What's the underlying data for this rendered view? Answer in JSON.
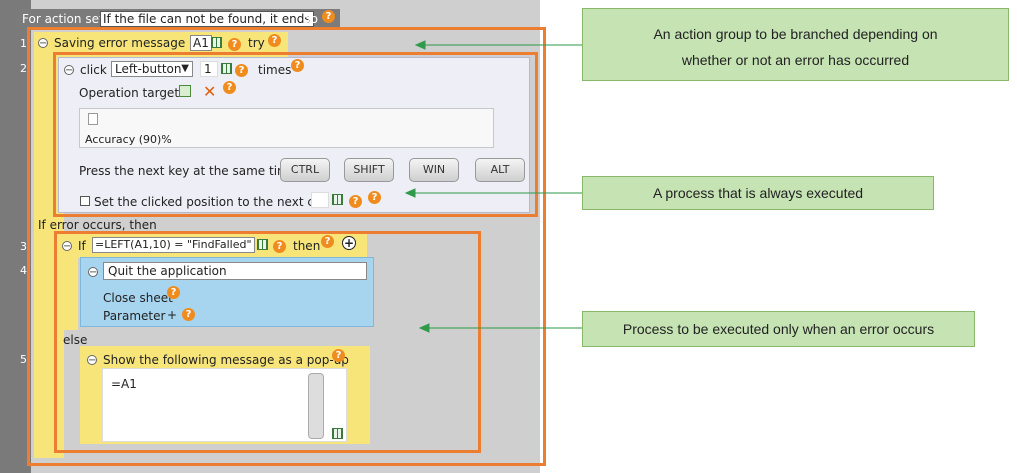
{
  "header": {
    "prefix": "For action set",
    "condition": "If the file can not be found, it ends",
    "suffix": "do"
  },
  "line_numbers": [
    "1",
    "2",
    "3",
    "4",
    "5"
  ],
  "try_block": {
    "label": "Saving error message in",
    "cell": "A1",
    "try_label": "try"
  },
  "click_block": {
    "label": "click",
    "button_select": "Left-button",
    "count": "1",
    "times_label": "times",
    "operation_target": "Operation target",
    "accuracy": "Accuracy (90)%",
    "press_key_label": "Press the next key at the same time",
    "keys": [
      "CTRL",
      "SHIFT",
      "WIN",
      "ALT"
    ],
    "checkbox_label": "Set the clicked position to the next cell"
  },
  "error_label": "If error occurs, then",
  "if_block": {
    "if_label": "If",
    "expression": "=LEFT(A1,10) = \"FindFalled\"",
    "then_label": "then"
  },
  "quit_block": {
    "title": "Quit the application",
    "close_sheet": "Close sheet",
    "parameter": "Parameter",
    "plus": "+"
  },
  "else_label": "else",
  "popup_block": {
    "label": "Show the following message as a pop-up",
    "message": "=A1"
  },
  "callouts": {
    "top": [
      "An action group to be branched depending on",
      "whether or not an error has occurred"
    ],
    "middle": "A process that is always executed",
    "bottom": "Process to be executed only when an error occurs"
  },
  "colors": {
    "orange": "#ed7d31",
    "callout_green": "#c5e3b3",
    "arrow_green": "#2e9a4a",
    "try_yellow": "#f7e57a",
    "quit_blue": "#a7d4ef"
  }
}
